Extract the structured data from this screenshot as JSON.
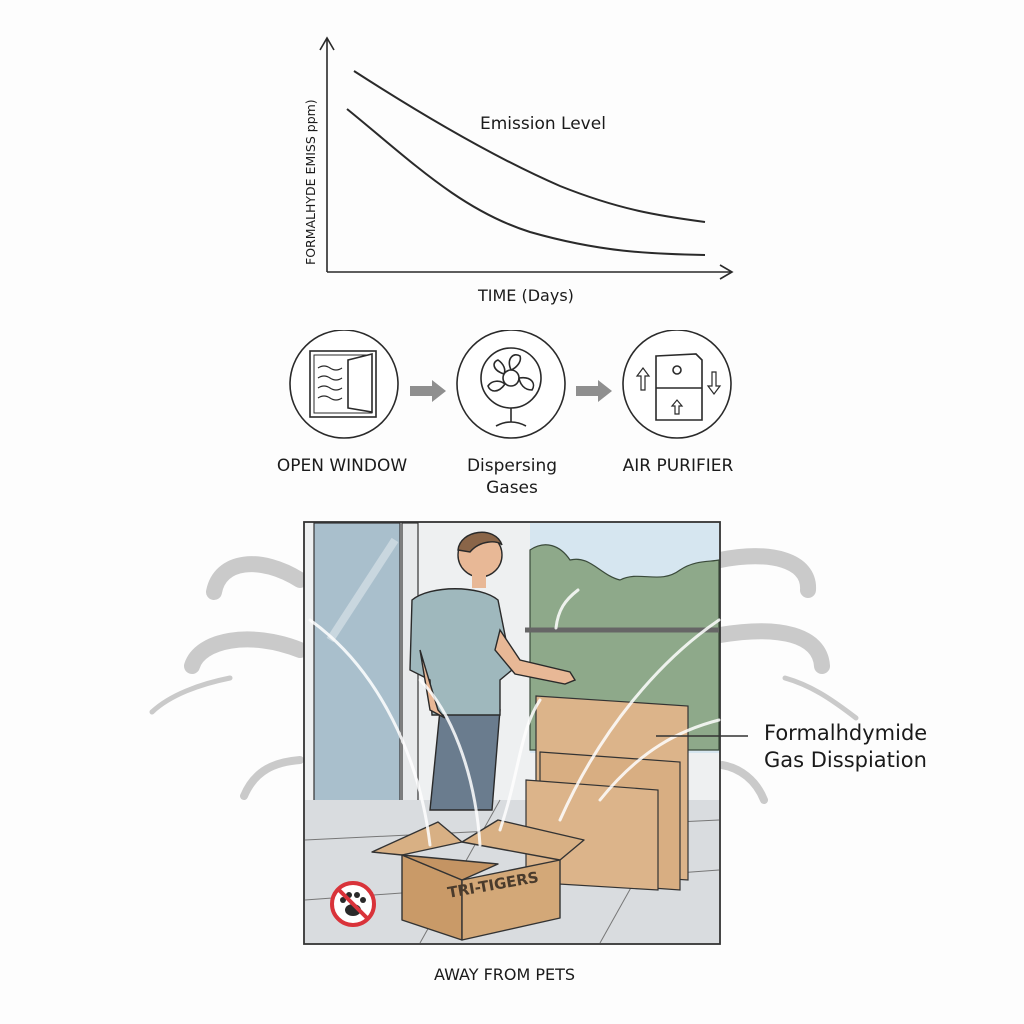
{
  "chart_data": {
    "type": "line",
    "title": "",
    "xlabel": "TIME (Days)",
    "ylabel": "FORMALHYDE EMISS ppm)",
    "annotation": "Emission Level",
    "grid": false,
    "legend": "none",
    "x": [
      0,
      1,
      2,
      3,
      4,
      5,
      6,
      7,
      8,
      9,
      10
    ],
    "series": [
      {
        "name": "upper curve",
        "values": [
          100,
          86,
          73,
          62,
          52,
          44,
          37,
          31,
          27,
          24,
          22
        ]
      },
      {
        "name": "lower curve",
        "values": [
          82,
          66,
          52,
          40,
          31,
          24,
          18,
          14,
          11,
          9,
          8
        ]
      }
    ],
    "ylim": [
      0,
      110
    ]
  },
  "chart": {
    "emission_label": "Emission Level",
    "xlabel": "TIME (Days)",
    "ylabel": "FORMALHYDE EMISS ppm)"
  },
  "steps": [
    {
      "label": "OPEN WINDOW",
      "icon": "window-icon"
    },
    {
      "label_line1": "Dispersing",
      "label_line2": "Gases",
      "icon": "fan-icon"
    },
    {
      "label": "AIR PURIFIER",
      "icon": "air-purifier-icon"
    }
  ],
  "scene": {
    "box_brand": "TRI-TIGERS",
    "callout_line1": "Formalhdymide",
    "callout_line2": "Gas Disspiation",
    "pets_label": "AWAY FROM PETS",
    "colors": {
      "sky": "#d6e6f0",
      "trees": "#8ea98a",
      "glass": "#a9bfcc",
      "shirt": "#9fb8bd",
      "pants": "#6a7c8e",
      "cardboard": "#d3a878",
      "wood": "#dcb48a",
      "floor": "#d9dcdf",
      "no_pets_red": "#d9333a",
      "arrow_gray": "#c9c9c9"
    }
  }
}
